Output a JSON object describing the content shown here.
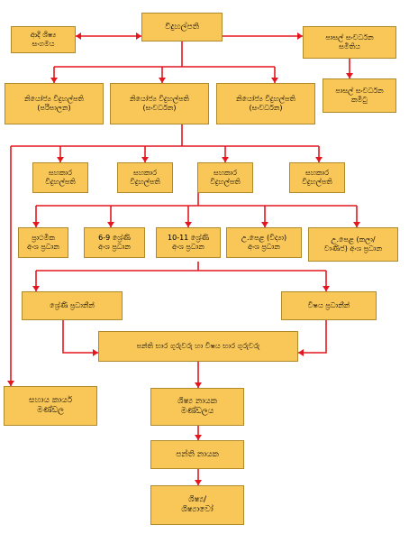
{
  "colors": {
    "box_fill": "#f9c757",
    "box_border": "#b08a2a",
    "connector": "#e3171f"
  },
  "nodes": {
    "principal": "විදුහල්පති",
    "alumni": "ආදි ශිෂ්‍ය\nසංගමය",
    "sdc": "පාසල් සංවර්ධන\nසමිතිය",
    "sdc_committee": "පාසල් සංවර්ධන\nකමිටු",
    "dep_admin": "නියෝජ්‍ය විදුහල්පති\n(පරිපාලන)",
    "dep_dev_1": "නියෝජ්‍ය විදුහල්පති\n(සංවර්ධන)",
    "dep_dev_2": "නියෝජ්‍ය විදුහල්පති\n(සංවර්ධන)",
    "asst_1": "සහකාර\nවිදුහල්පති",
    "asst_2": "සහකාර\nවිදුහල්පති",
    "asst_3": "සහකාර\nවිදුහල්පති",
    "asst_4": "සහකාර\nවිදුහල්පති",
    "sec_primary": "ප්‍රාථමික\nඅංශ ප්‍රධාන",
    "sec_6_9": "6-9 ශ්‍රේණි\nඅංශ ප්‍රධාන",
    "sec_10_11": "10-11 ශ්‍රේණි\nඅංශ ප්‍රධාන",
    "sec_al_science": "උ.පෙළ (විද්‍යා)\nඅංශ ප්‍රධාන",
    "sec_al_arts": "උ.පෙළ (කලා/\nවාණිජ) අංශ ප්‍රධාන",
    "grade_heads": "ශ්‍රේණි ප්‍රධානීන්",
    "subject_heads": "විෂය ප්‍රධානීන්",
    "teachers": "පන්ති භාර ගුරුවරු හා විෂය භාර ගුරුවරු",
    "support_board": "සහාය කාර්ය\nමණ්ඩල",
    "prefects": "ශිෂ්‍ය නායක\nමණ්ඩලය",
    "class_leaders": "පන්ති නායක",
    "students": "ශිෂ්‍ය/\nශිෂ්‍යාවෝ"
  }
}
